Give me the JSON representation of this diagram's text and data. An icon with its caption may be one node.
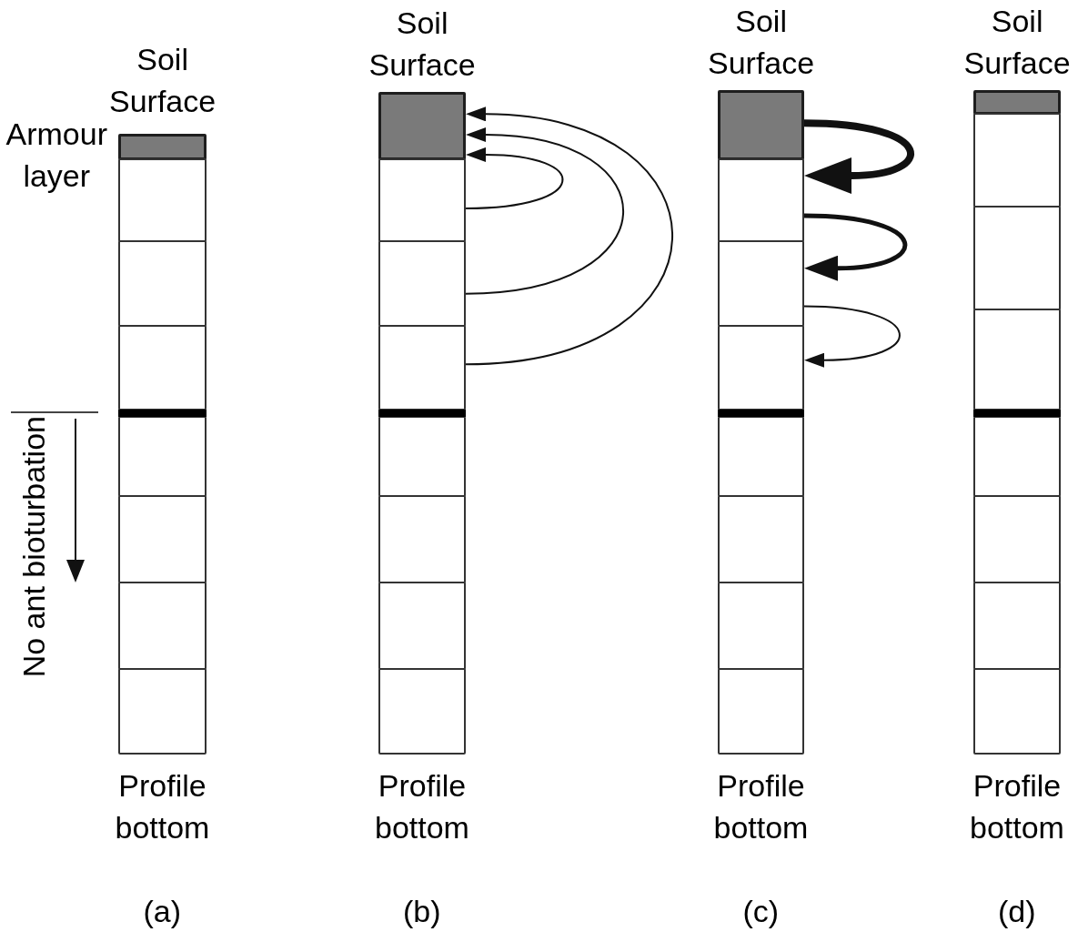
{
  "diagram": {
    "nodes": [
      {
        "text": [],
        "shape": "box"
      },
      {
        "text": [],
        "shape": "box"
      },
      {
        "text": [],
        "shape": "box"
      },
      {
        "text": [],
        "shape": "box"
      },
      {
        "text": [],
        "shape": "box"
      },
      {
        "text": [],
        "shape": "box"
      },
      {
        "text": [],
        "shape": "box"
      },
      {
        "text": [],
        "shape": "box"
      },
      {
        "text": [],
        "shape": "box"
      },
      {
        "text": [],
        "shape": "box"
      },
      {
        "text": [],
        "shape": "box"
      },
      {
        "text": [],
        "shape": "box"
      },
      {
        "text": [],
        "shape": "box"
      },
      {
        "text": [],
        "shape": "box"
      },
      {
        "text": [],
        "shape": "box"
      },
      {
        "text": [],
        "shape": "box"
      },
      {
        "text": [],
        "shape": "box"
      },
      {
        "text": [],
        "shape": "box"
      },
      {
        "text": [],
        "shape": "box"
      },
      {
        "text": [],
        "shape": "box"
      },
      {
        "text": [],
        "shape": "box"
      },
      {
        "text": [],
        "shape": "box"
      },
      {
        "text": [],
        "shape": "box"
      },
      {
        "text": [],
        "shape": "box"
      },
      {
        "text": [],
        "shape": "box"
      },
      {
        "text": [],
        "shape": "box"
      },
      {
        "text": [],
        "shape": "box"
      },
      {
        "text": [],
        "shape": "box"
      },
      {
        "text": [],
        "shape": "box"
      },
      {
        "text": [],
        "shape": "box"
      },
      {
        "text": [],
        "shape": "box"
      },
      {
        "text": [],
        "shape": "box"
      }
    ],
    "edges": [
      {
        "from": 9,
        "to": 8,
        "arrow": "to"
      },
      {
        "from": 10,
        "to": 8,
        "arrow": "to"
      },
      {
        "from": 11,
        "to": 8,
        "arrow": "to"
      },
      {
        "from": 16,
        "to": 17,
        "arrow": "to",
        "style": "thick"
      },
      {
        "from": 17,
        "to": 18,
        "arrow": "to",
        "style": "thick"
      },
      {
        "from": 18,
        "to": 19,
        "arrow": "to"
      }
    ],
    "labels": [
      "Soil Surface",
      "Soil Surface",
      "Soil Surface",
      "Soil Surface",
      "Armour layer",
      "No ant bioturbation",
      "Profile bottom",
      "Profile bottom",
      "Profile bottom",
      "Profile bottom",
      "(a)",
      "(b)",
      "(c)",
      "(d)"
    ]
  }
}
